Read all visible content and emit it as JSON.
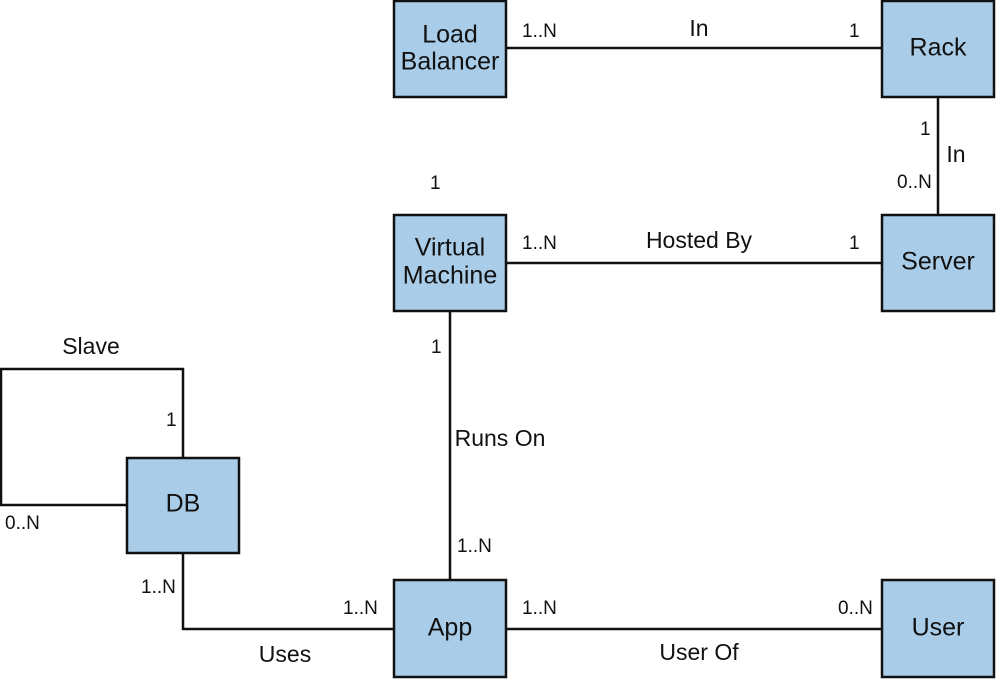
{
  "colors": {
    "box_fill": "#a9cce8",
    "line": "#111111",
    "background": "#ffffff"
  },
  "entities": {
    "load_balancer": {
      "line1": "Load",
      "line2": "Balancer"
    },
    "rack": {
      "label": "Rack"
    },
    "virtual_machine": {
      "line1": "Virtual",
      "line2": "Machine"
    },
    "server": {
      "label": "Server"
    },
    "db": {
      "label": "DB"
    },
    "app": {
      "label": "App"
    },
    "user": {
      "label": "User"
    }
  },
  "relationships": {
    "lb_rack": {
      "label": "In",
      "from_card": "1..N",
      "to_card": "1"
    },
    "rack_server": {
      "label": "In",
      "from_card": "1",
      "to_card": "0..N"
    },
    "vm_server": {
      "label": "Hosted By",
      "from_card": "1..N",
      "to_card": "1"
    },
    "vm_extra_card": "1",
    "app_vm": {
      "label": "Runs On",
      "vm_card": "1",
      "app_card": "1..N"
    },
    "db_slave": {
      "label": "Slave",
      "top_card": "1",
      "left_card": "0..N"
    },
    "db_app": {
      "label": "Uses",
      "db_card": "1..N",
      "app_card": "1..N"
    },
    "app_user": {
      "label": "User Of",
      "app_card": "1..N",
      "user_card": "0..N"
    }
  }
}
